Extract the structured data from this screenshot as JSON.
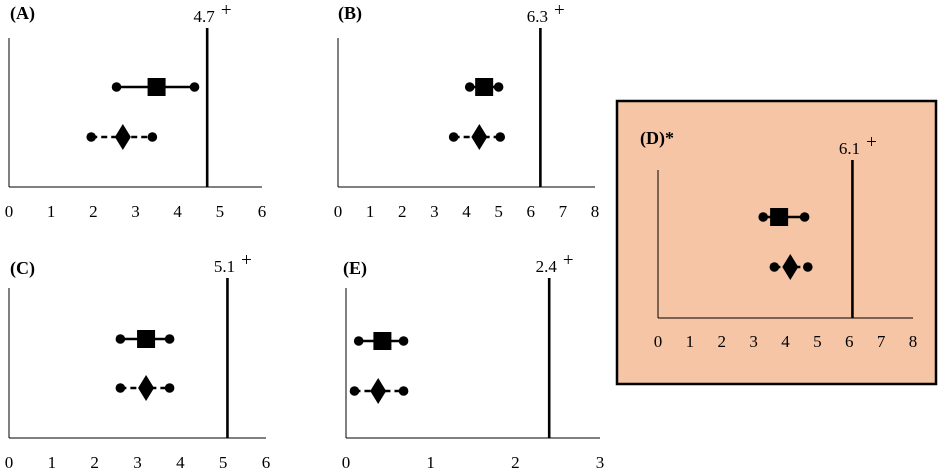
{
  "chart_data": [
    {
      "type": "scatter",
      "panel": "(A)",
      "xlim": [
        0,
        6
      ],
      "ticks": [
        "0",
        "1",
        "2",
        "3",
        "4",
        "5",
        "6"
      ],
      "reference": {
        "value": 4.7,
        "label": "4.7",
        "mark": "+"
      },
      "series": [
        {
          "marker": "square",
          "point": 3.5,
          "low": 2.55,
          "high": 4.4
        },
        {
          "marker": "diamond",
          "point": 2.7,
          "low": 1.95,
          "high": 3.4
        }
      ],
      "highlighted": false
    },
    {
      "type": "scatter",
      "panel": "(B)",
      "xlim": [
        0,
        8
      ],
      "ticks": [
        "0",
        "1",
        "2",
        "3",
        "4",
        "5",
        "6",
        "7",
        "8"
      ],
      "reference": {
        "value": 6.3,
        "label": "6.3",
        "mark": "+"
      },
      "series": [
        {
          "marker": "square",
          "point": 4.55,
          "low": 4.1,
          "high": 5.0
        },
        {
          "marker": "diamond",
          "point": 4.4,
          "low": 3.6,
          "high": 5.05
        }
      ],
      "highlighted": false
    },
    {
      "type": "scatter",
      "panel": "(C)",
      "xlim": [
        0,
        6
      ],
      "ticks": [
        "0",
        "1",
        "2",
        "3",
        "4",
        "5",
        "6"
      ],
      "reference": {
        "value": 5.1,
        "label": "5.1",
        "mark": "+"
      },
      "series": [
        {
          "marker": "square",
          "point": 3.2,
          "low": 2.6,
          "high": 3.75
        },
        {
          "marker": "diamond",
          "point": 3.2,
          "low": 2.6,
          "high": 3.75
        }
      ],
      "highlighted": false
    },
    {
      "type": "scatter",
      "panel": "(E)",
      "xlim": [
        0,
        3
      ],
      "ticks": [
        "0",
        "1",
        "2",
        "3"
      ],
      "reference": {
        "value": 2.4,
        "label": "2.4",
        "mark": "+"
      },
      "series": [
        {
          "marker": "square",
          "point": 0.43,
          "low": 0.15,
          "high": 0.68
        },
        {
          "marker": "diamond",
          "point": 0.38,
          "low": 0.1,
          "high": 0.68
        }
      ],
      "highlighted": false
    },
    {
      "type": "scatter",
      "panel": "(D)*",
      "xlim": [
        0,
        8
      ],
      "ticks": [
        "0",
        "1",
        "2",
        "3",
        "4",
        "5",
        "6",
        "7",
        "8"
      ],
      "reference": {
        "value": 6.1,
        "label": "6.1",
        "mark": "+"
      },
      "series": [
        {
          "marker": "square",
          "point": 3.8,
          "low": 3.3,
          "high": 4.6
        },
        {
          "marker": "diamond",
          "point": 4.15,
          "low": 3.65,
          "high": 4.7
        }
      ],
      "highlighted": true,
      "highlight_color": "#f6c5a6"
    }
  ]
}
